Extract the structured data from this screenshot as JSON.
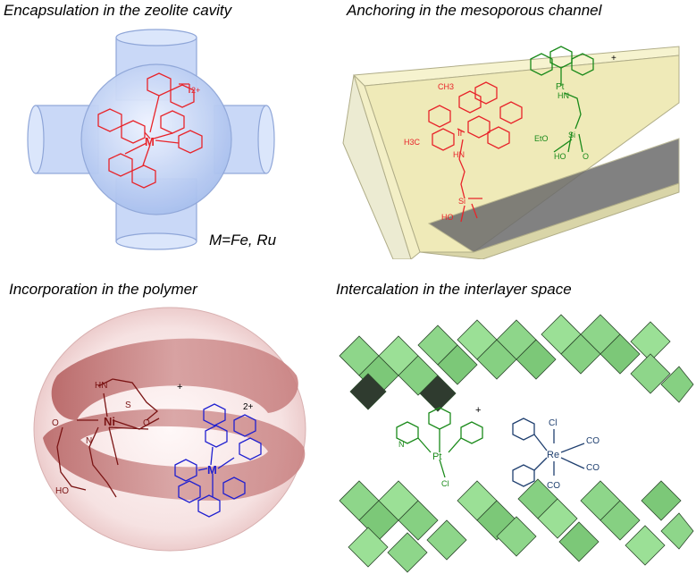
{
  "panels": [
    {
      "title": "Encapsulation in the zeolite cavity",
      "note": "M=Fe, Ru",
      "charge": "2+",
      "metal": "M"
    },
    {
      "title": "Anchoring in the mesoporous channel",
      "charge": "+",
      "metal_ir": "Ir",
      "metal_pt": "Pt",
      "labels": {
        "me1": "CH3",
        "me2": "H3C",
        "hn1": "HN",
        "hn2": "HN",
        "si1": "Si",
        "si2": "Si",
        "ho": "HO",
        "eto": "EtO",
        "ho2": "HO",
        "o": "O"
      }
    },
    {
      "title": "Incorporation in the polymer",
      "charge_ni": "+",
      "charge_m": "2+",
      "metal_ni": "Ni",
      "metal_m": "M",
      "labels": {
        "hn": "HN",
        "s": "S",
        "o1": "O",
        "o2": "O",
        "n": "N",
        "ho": "HO"
      }
    },
    {
      "title": "Intercalation in the interlayer space",
      "charge": "+",
      "metal_pt": "Pt",
      "metal_re": "Re",
      "labels": {
        "cl1": "Cl",
        "cl2": "Cl",
        "co1": "CO",
        "co2": "CO",
        "co3": "CO",
        "n": "N"
      }
    }
  ],
  "colors": {
    "red": "#e8242a",
    "green": "#1a8a1a",
    "blue": "#2020d0",
    "navy": "#1f3f6f",
    "maroon": "#7a1414",
    "zeolite": "#c8d8f6",
    "channel": "#f6f3cf",
    "octa": "#8ed68a"
  }
}
